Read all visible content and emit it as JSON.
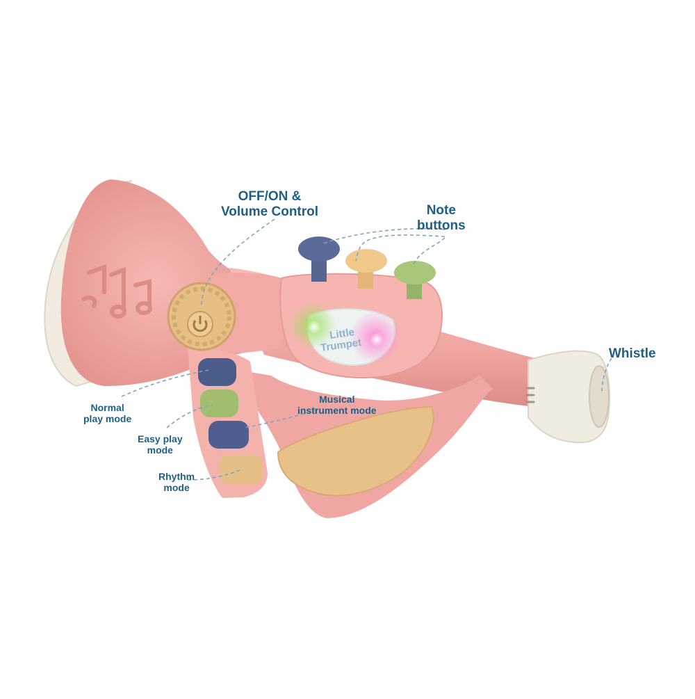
{
  "product": {
    "logo_text_line1": "Little",
    "logo_text_line2": "Trumpet"
  },
  "callouts": {
    "power": {
      "line1": "OFF/ON &",
      "line2": "Volume Control"
    },
    "notes": {
      "line1": "Note",
      "line2": "buttons"
    },
    "whistle": {
      "line1": "Whistle"
    },
    "normal": {
      "line1": "Normal",
      "line2": "play mode"
    },
    "instrument": {
      "line1": "Musical",
      "line2": "instrument mode"
    },
    "easy": {
      "line1": "Easy play",
      "line2": "mode"
    },
    "rhythm": {
      "line1": "Rhythm",
      "line2": "mode"
    }
  },
  "colors": {
    "body_pink": "#f2a9a6",
    "body_shadow": "#e08c89",
    "bell_rim": "#f4efe4",
    "grip_tan": "#e9c48a",
    "button_navy": "#5b6a98",
    "button_tan": "#f0c98a",
    "button_green": "#a8c77a",
    "label_blue": "#1e5f86",
    "leader_line": "#7ea4bd"
  }
}
